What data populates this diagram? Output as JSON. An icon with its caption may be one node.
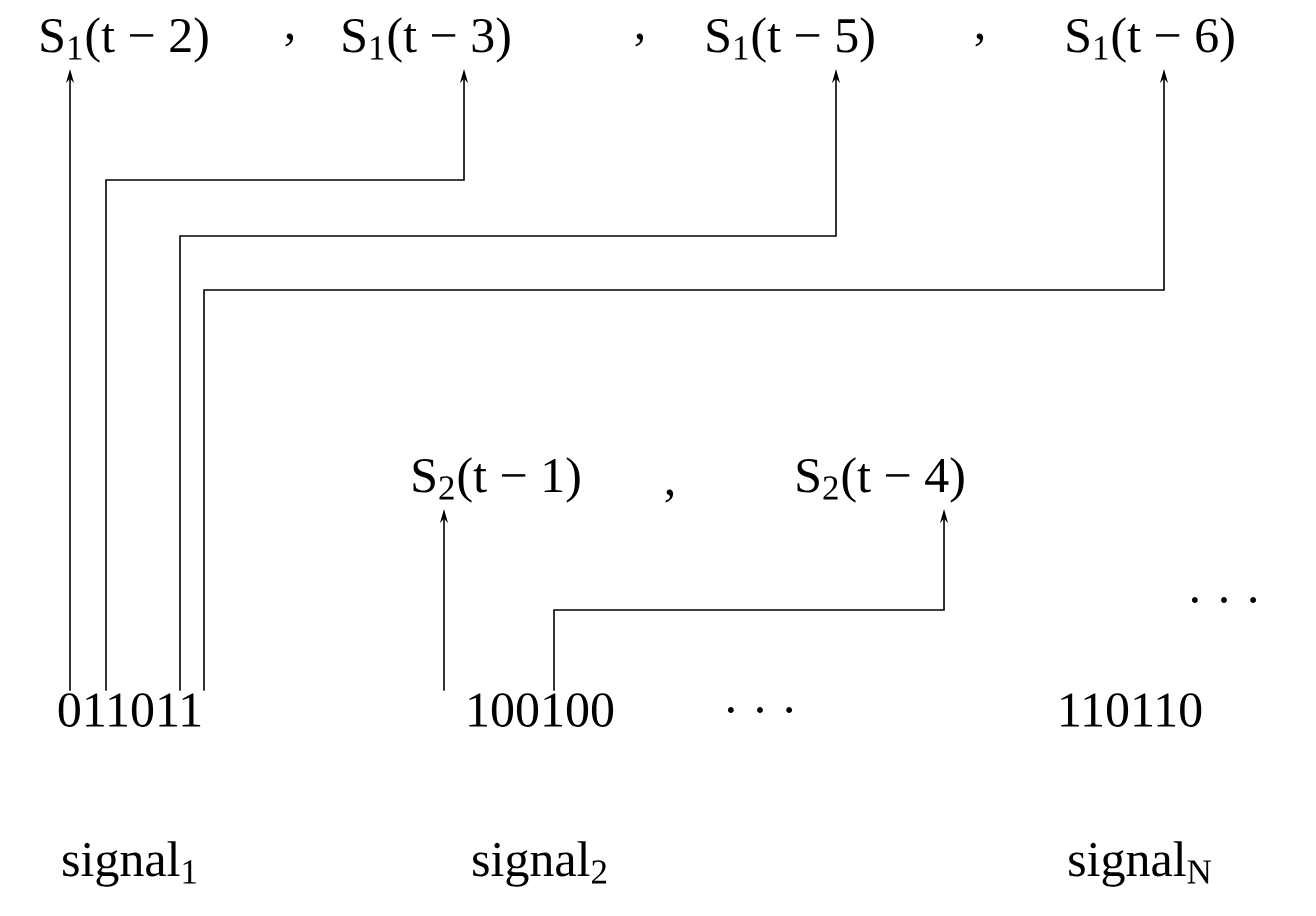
{
  "diagram": {
    "nodes": [
      {
        "text": [
          "S$_{1}$(t − 2)"
        ]
      },
      {
        "text": [
          "S$_{1}$(t − 3)"
        ]
      },
      {
        "text": [
          "S$_{1}$(t − 5)"
        ]
      },
      {
        "text": [
          "S$_{1}$(t − 6)"
        ]
      },
      {
        "text": [
          "S$_{2}$(t − 1)"
        ]
      },
      {
        "text": [
          "S$_{2}$(t − 4)"
        ]
      },
      {
        "text": [
          "011011"
        ]
      },
      {
        "text": [
          "100100"
        ]
      },
      {
        "text": [
          "110110"
        ]
      }
    ],
    "edges": [
      {
        "from": 6,
        "to": 0,
        "arrow": "to"
      },
      {
        "from": 6,
        "to": 1,
        "arrow": "to"
      },
      {
        "from": 6,
        "to": 2,
        "arrow": "to"
      },
      {
        "from": 6,
        "to": 3,
        "arrow": "to"
      },
      {
        "from": 7,
        "to": 4,
        "arrow": "to"
      },
      {
        "from": 7,
        "to": 5,
        "arrow": "to"
      }
    ],
    "labels": [
      ",",
      ",",
      ",",
      ",",
      ". . .",
      ". . .",
      "signal$_{1}$",
      "signal$_{2}$",
      "signal$_{N}$"
    ]
  }
}
